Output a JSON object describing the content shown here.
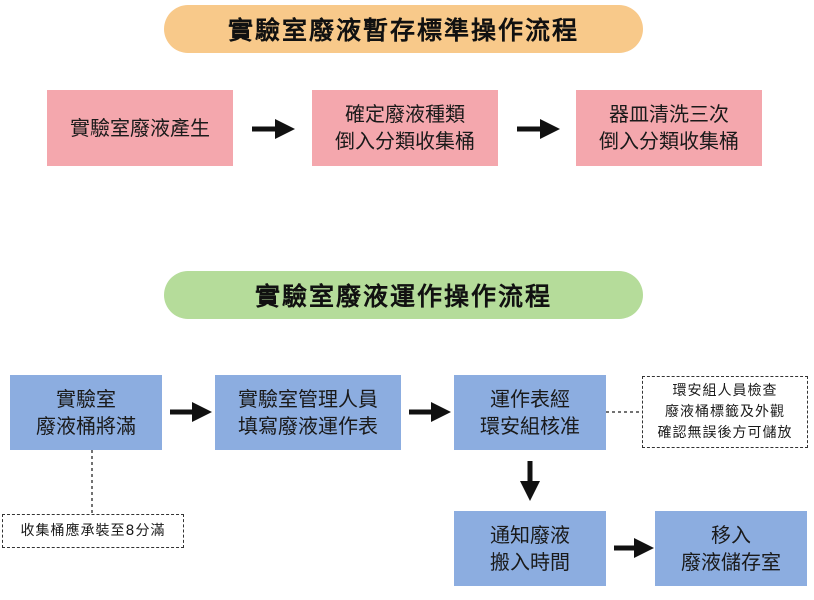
{
  "titles": {
    "top": "實驗室廢液暫存標準操作流程",
    "bottom": "實驗室廢液運作操作流程"
  },
  "top_flow": [
    {
      "lines": [
        "實驗室廢液產生"
      ]
    },
    {
      "lines": [
        "確定廢液種類",
        "倒入分類收集桶"
      ]
    },
    {
      "lines": [
        "器皿清洗三次",
        "倒入分類收集桶"
      ]
    }
  ],
  "bottom_flow": {
    "step1": {
      "lines": [
        "實驗室",
        "廢液桶將滿"
      ]
    },
    "step2": {
      "lines": [
        "實驗室管理人員",
        "填寫廢液運作表"
      ]
    },
    "step3": {
      "lines": [
        "運作表經",
        "環安組核准"
      ]
    },
    "step4": {
      "lines": [
        "通知廢液",
        "搬入時間"
      ]
    },
    "step5": {
      "lines": [
        "移入",
        "廢液儲存室"
      ]
    }
  },
  "notes": {
    "inspection": [
      "環安組人員檢查",
      "廢液桶標籤及外觀",
      "確認無誤後方可儲放"
    ],
    "fill_level": [
      "收集桶應承裝至8分滿"
    ]
  },
  "colors": {
    "orange_pill": "#f8c98a",
    "green_pill": "#b5dc9a",
    "pink_box": "#f4a7ad",
    "blue_box": "#8cade0"
  }
}
